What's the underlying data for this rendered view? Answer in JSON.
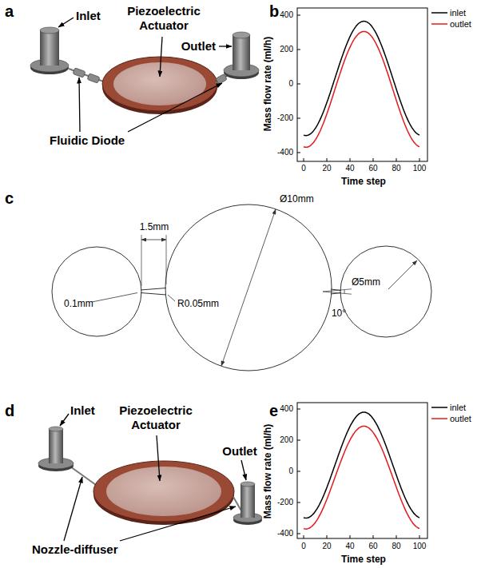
{
  "diagram": {
    "labels": [
      "a",
      "Inlet",
      "Piezoelectric Actuator",
      "Outlet",
      "Fluidic Diode",
      "b",
      "400",
      "200",
      "0",
      "-200",
      "-400",
      "0",
      "20",
      "40",
      "60",
      "80",
      "100",
      "Mass flow rate (ml/h)",
      "Time step",
      "c",
      "1.5mm",
      "Ø10mm",
      "0.1mm",
      "R0.05mm",
      "10°",
      "Ø5mm",
      "d",
      "Inlet",
      "Piezoelectric Actuator",
      "Outlet",
      "Nozzle-diffuser",
      "e",
      "400",
      "200",
      "0",
      "-200",
      "-400",
      "0",
      "20",
      "40",
      "60",
      "80",
      "100",
      "Mass flow rate (ml/h)",
      "Time step"
    ],
    "legend": [
      {
        "text": "inlet"
      },
      {
        "text": "outlet"
      },
      {
        "text": "inlet"
      },
      {
        "text": "outlet"
      }
    ]
  }
}
